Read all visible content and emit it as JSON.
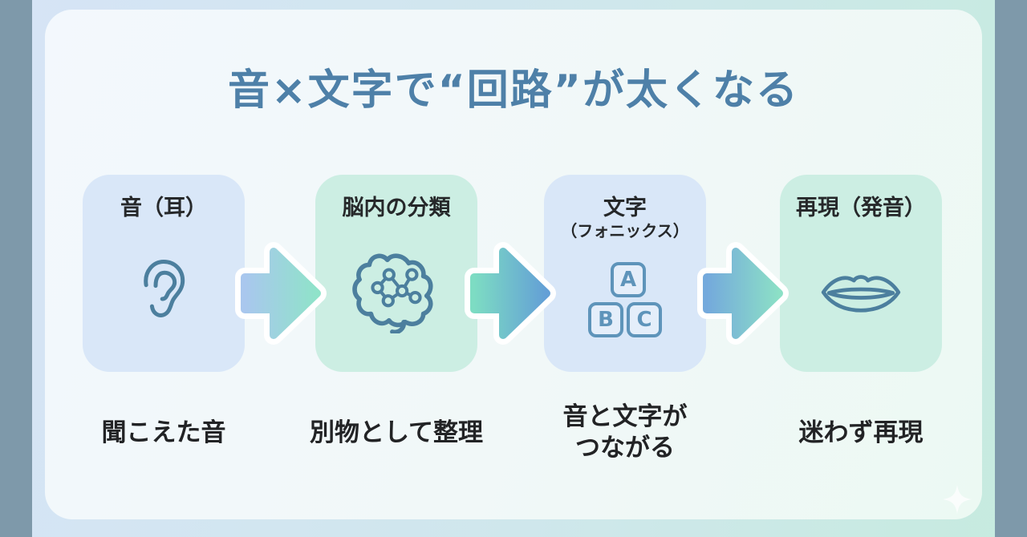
{
  "title": "音×文字で“回路”が太くなる",
  "steps": [
    {
      "heading": "音（耳）",
      "icon": "ear-icon",
      "caption": "聞こえた音"
    },
    {
      "heading": "脳内の分類",
      "icon": "brain-icon",
      "caption": "別物として整理"
    },
    {
      "heading": "文字",
      "subheading": "（フォニックス）",
      "icon": "abc-blocks-icon",
      "blocks": [
        "A",
        "B",
        "C"
      ],
      "caption": "音と文字が\nつながる"
    },
    {
      "heading": "再現（発音）",
      "icon": "lips-icon",
      "caption": "迷わず再現"
    }
  ],
  "decor": {
    "sparkle_icon": "four-point-sparkle"
  },
  "colors": {
    "title_text": "#4e80a8",
    "side_band": "#7e99aa",
    "card_blue": "#d9e7f8",
    "card_mint": "#cceee3",
    "icon_stroke": "#4c7f9e",
    "arrow_blue_light": "#a9c7ee",
    "arrow_teal": "#7ddcc3",
    "arrow_blue": "#6aa5d9",
    "heading_text": "#26282a",
    "caption_text": "#222325"
  }
}
